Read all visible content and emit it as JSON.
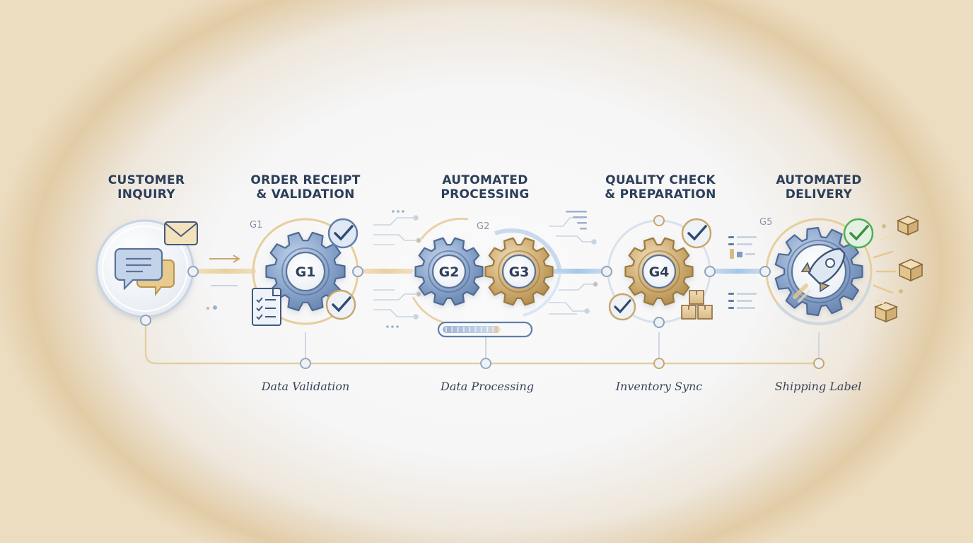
{
  "stages": [
    {
      "title_line1": "CUSTOMER",
      "title_line2": "INQUIRY"
    },
    {
      "title_line1": "ORDER RECEIPT",
      "title_line2": "& VALIDATION"
    },
    {
      "title_line1": "AUTOMATED",
      "title_line2": "PROCESSING"
    },
    {
      "title_line1": "QUALITY CHECK",
      "title_line2": "& PREPARATION"
    },
    {
      "title_line1": "AUTOMATED",
      "title_line2": "DELIVERY"
    }
  ],
  "gears": {
    "g1": "G1",
    "g2": "G2",
    "g3": "G3",
    "g4": "G4"
  },
  "tags": {
    "g1": "G1",
    "g2": "G2",
    "g5": "G5"
  },
  "captions": [
    "Data Validation",
    "Data Processing",
    "Inventory Sync",
    "Shipping Label"
  ],
  "progress": {
    "fraction": 0.68
  },
  "colors": {
    "navy": "#2c3e58",
    "steel_blue": "#7f9bc2",
    "gold": "#c9a66b",
    "check_green": "#4caf50",
    "bus_gold": "#dcc59a"
  },
  "icons": [
    "chat-bubbles-icon",
    "envelope-icon",
    "checklist-icon",
    "check-icon",
    "rocket-icon",
    "package-icon"
  ]
}
